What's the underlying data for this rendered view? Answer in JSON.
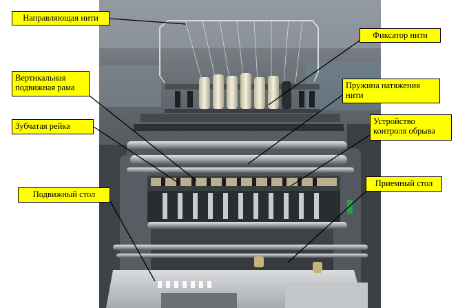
{
  "labels": {
    "thread_guide": "Направляющая нити",
    "thread_clamp": "Фиксатор нити",
    "vertical_frame_line1": "Вертикальная",
    "vertical_frame_line2": "подвижная рама",
    "tension_spring_line1": "Пружина натяжения",
    "tension_spring_line2": "нити",
    "rack": "Зубчатая рейка",
    "break_control_line1": "Устройство",
    "break_control_line2": "контроля обрыва",
    "receiving_table": "Приемный стол",
    "moving_table": "Подвижный стол"
  },
  "colors": {
    "label_fill": "#ffff00",
    "label_border": "#000000",
    "leader_line": "#000000"
  }
}
